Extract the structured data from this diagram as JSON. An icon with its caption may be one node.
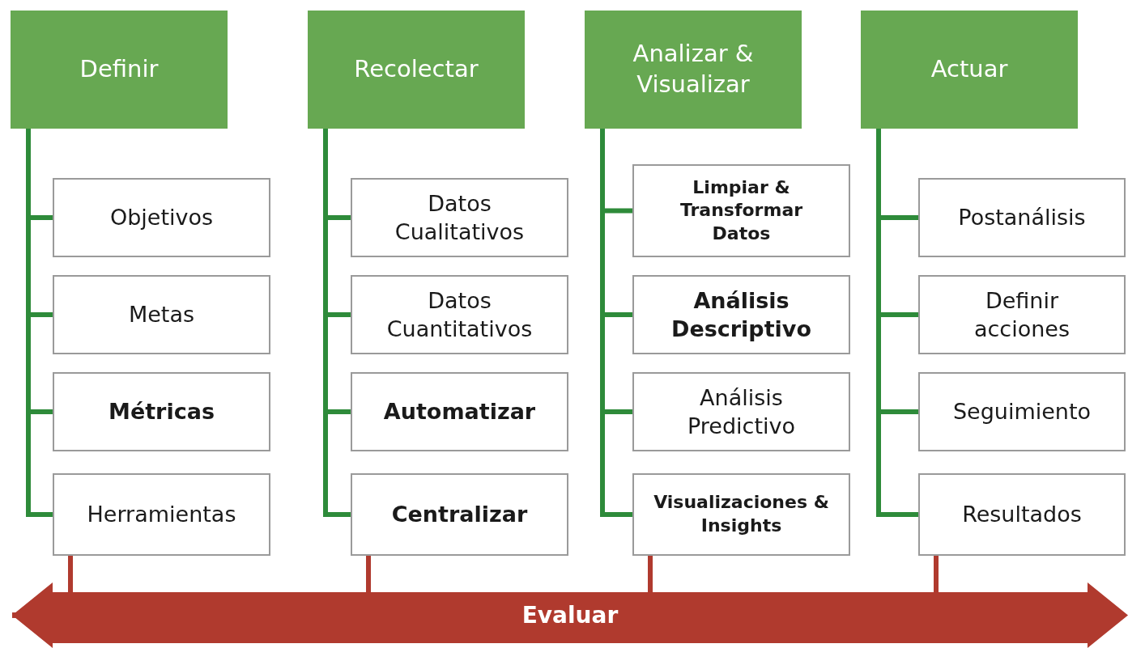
{
  "diagram": {
    "nodes": [
      {
        "text": [
          "Definir"
        ]
      },
      {
        "text": [
          "Objetivos"
        ]
      },
      {
        "text": [
          "Metas"
        ]
      },
      {
        "text": [
          "Métricas"
        ]
      },
      {
        "text": [
          "Herramientas"
        ]
      },
      {
        "text": [
          "Recolectar"
        ]
      },
      {
        "text": [
          "Datos Cualitativos"
        ]
      },
      {
        "text": [
          "Datos Cuantitativos"
        ]
      },
      {
        "text": [
          "Automatizar"
        ]
      },
      {
        "text": [
          "Centralizar"
        ]
      },
      {
        "text": [
          "Analizar & Visualizar"
        ]
      },
      {
        "text": [
          "Limpiar & Transformar Datos"
        ]
      },
      {
        "text": [
          "Análisis Descriptivo"
        ]
      },
      {
        "text": [
          "Análisis Predictivo"
        ]
      },
      {
        "text": [
          "Visualizaciones & Insights"
        ]
      },
      {
        "text": [
          "Actuar"
        ]
      },
      {
        "text": [
          "Postanálisis"
        ]
      },
      {
        "text": [
          "Definir acciones"
        ]
      },
      {
        "text": [
          "Seguimiento"
        ]
      },
      {
        "text": [
          "Resultados"
        ]
      },
      {
        "text": [
          "Evaluar"
        ]
      }
    ],
    "edges": [
      {
        "from": 0,
        "to": 1,
        "arrow": "none"
      },
      {
        "from": 0,
        "to": 2,
        "arrow": "none"
      },
      {
        "from": 0,
        "to": 3,
        "arrow": "none"
      },
      {
        "from": 0,
        "to": 4,
        "arrow": "none"
      },
      {
        "from": 5,
        "to": 6,
        "arrow": "none"
      },
      {
        "from": 5,
        "to": 7,
        "arrow": "none"
      },
      {
        "from": 5,
        "to": 8,
        "arrow": "none"
      },
      {
        "from": 5,
        "to": 9,
        "arrow": "none"
      },
      {
        "from": 10,
        "to": 11,
        "arrow": "none"
      },
      {
        "from": 10,
        "to": 12,
        "arrow": "none"
      },
      {
        "from": 10,
        "to": 13,
        "arrow": "none"
      },
      {
        "from": 10,
        "to": 14,
        "arrow": "none"
      },
      {
        "from": 15,
        "to": 16,
        "arrow": "none"
      },
      {
        "from": 15,
        "to": 17,
        "arrow": "none"
      },
      {
        "from": 15,
        "to": 18,
        "arrow": "none"
      },
      {
        "from": 15,
        "to": 19,
        "arrow": "none"
      },
      {
        "from": 4,
        "to": 20,
        "arrow": "none",
        "color": "#b03a2e"
      },
      {
        "from": 9,
        "to": 20,
        "arrow": "none",
        "color": "#b03a2e"
      },
      {
        "from": 14,
        "to": 20,
        "arrow": "none",
        "color": "#b03a2e"
      },
      {
        "from": 19,
        "to": 20,
        "arrow": "none",
        "color": "#b03a2e"
      }
    ]
  }
}
